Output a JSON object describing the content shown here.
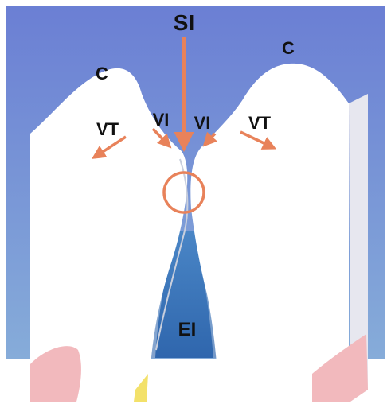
{
  "labels": {
    "si": "SI",
    "c_left": "C",
    "c_right": "C",
    "vt_left": "VT",
    "vt_right": "VT",
    "vi_left": "VI",
    "vi_right": "VI",
    "ei": "EI"
  },
  "colors": {
    "background_top": "#6f82d6",
    "background_bottom": "#7fa7d8",
    "embrasure": "#3a73b8",
    "tooth": "#ffffff",
    "gum": "#f2b9bd",
    "arrow": "#e8825a",
    "contact_circle": "#e8825a"
  }
}
